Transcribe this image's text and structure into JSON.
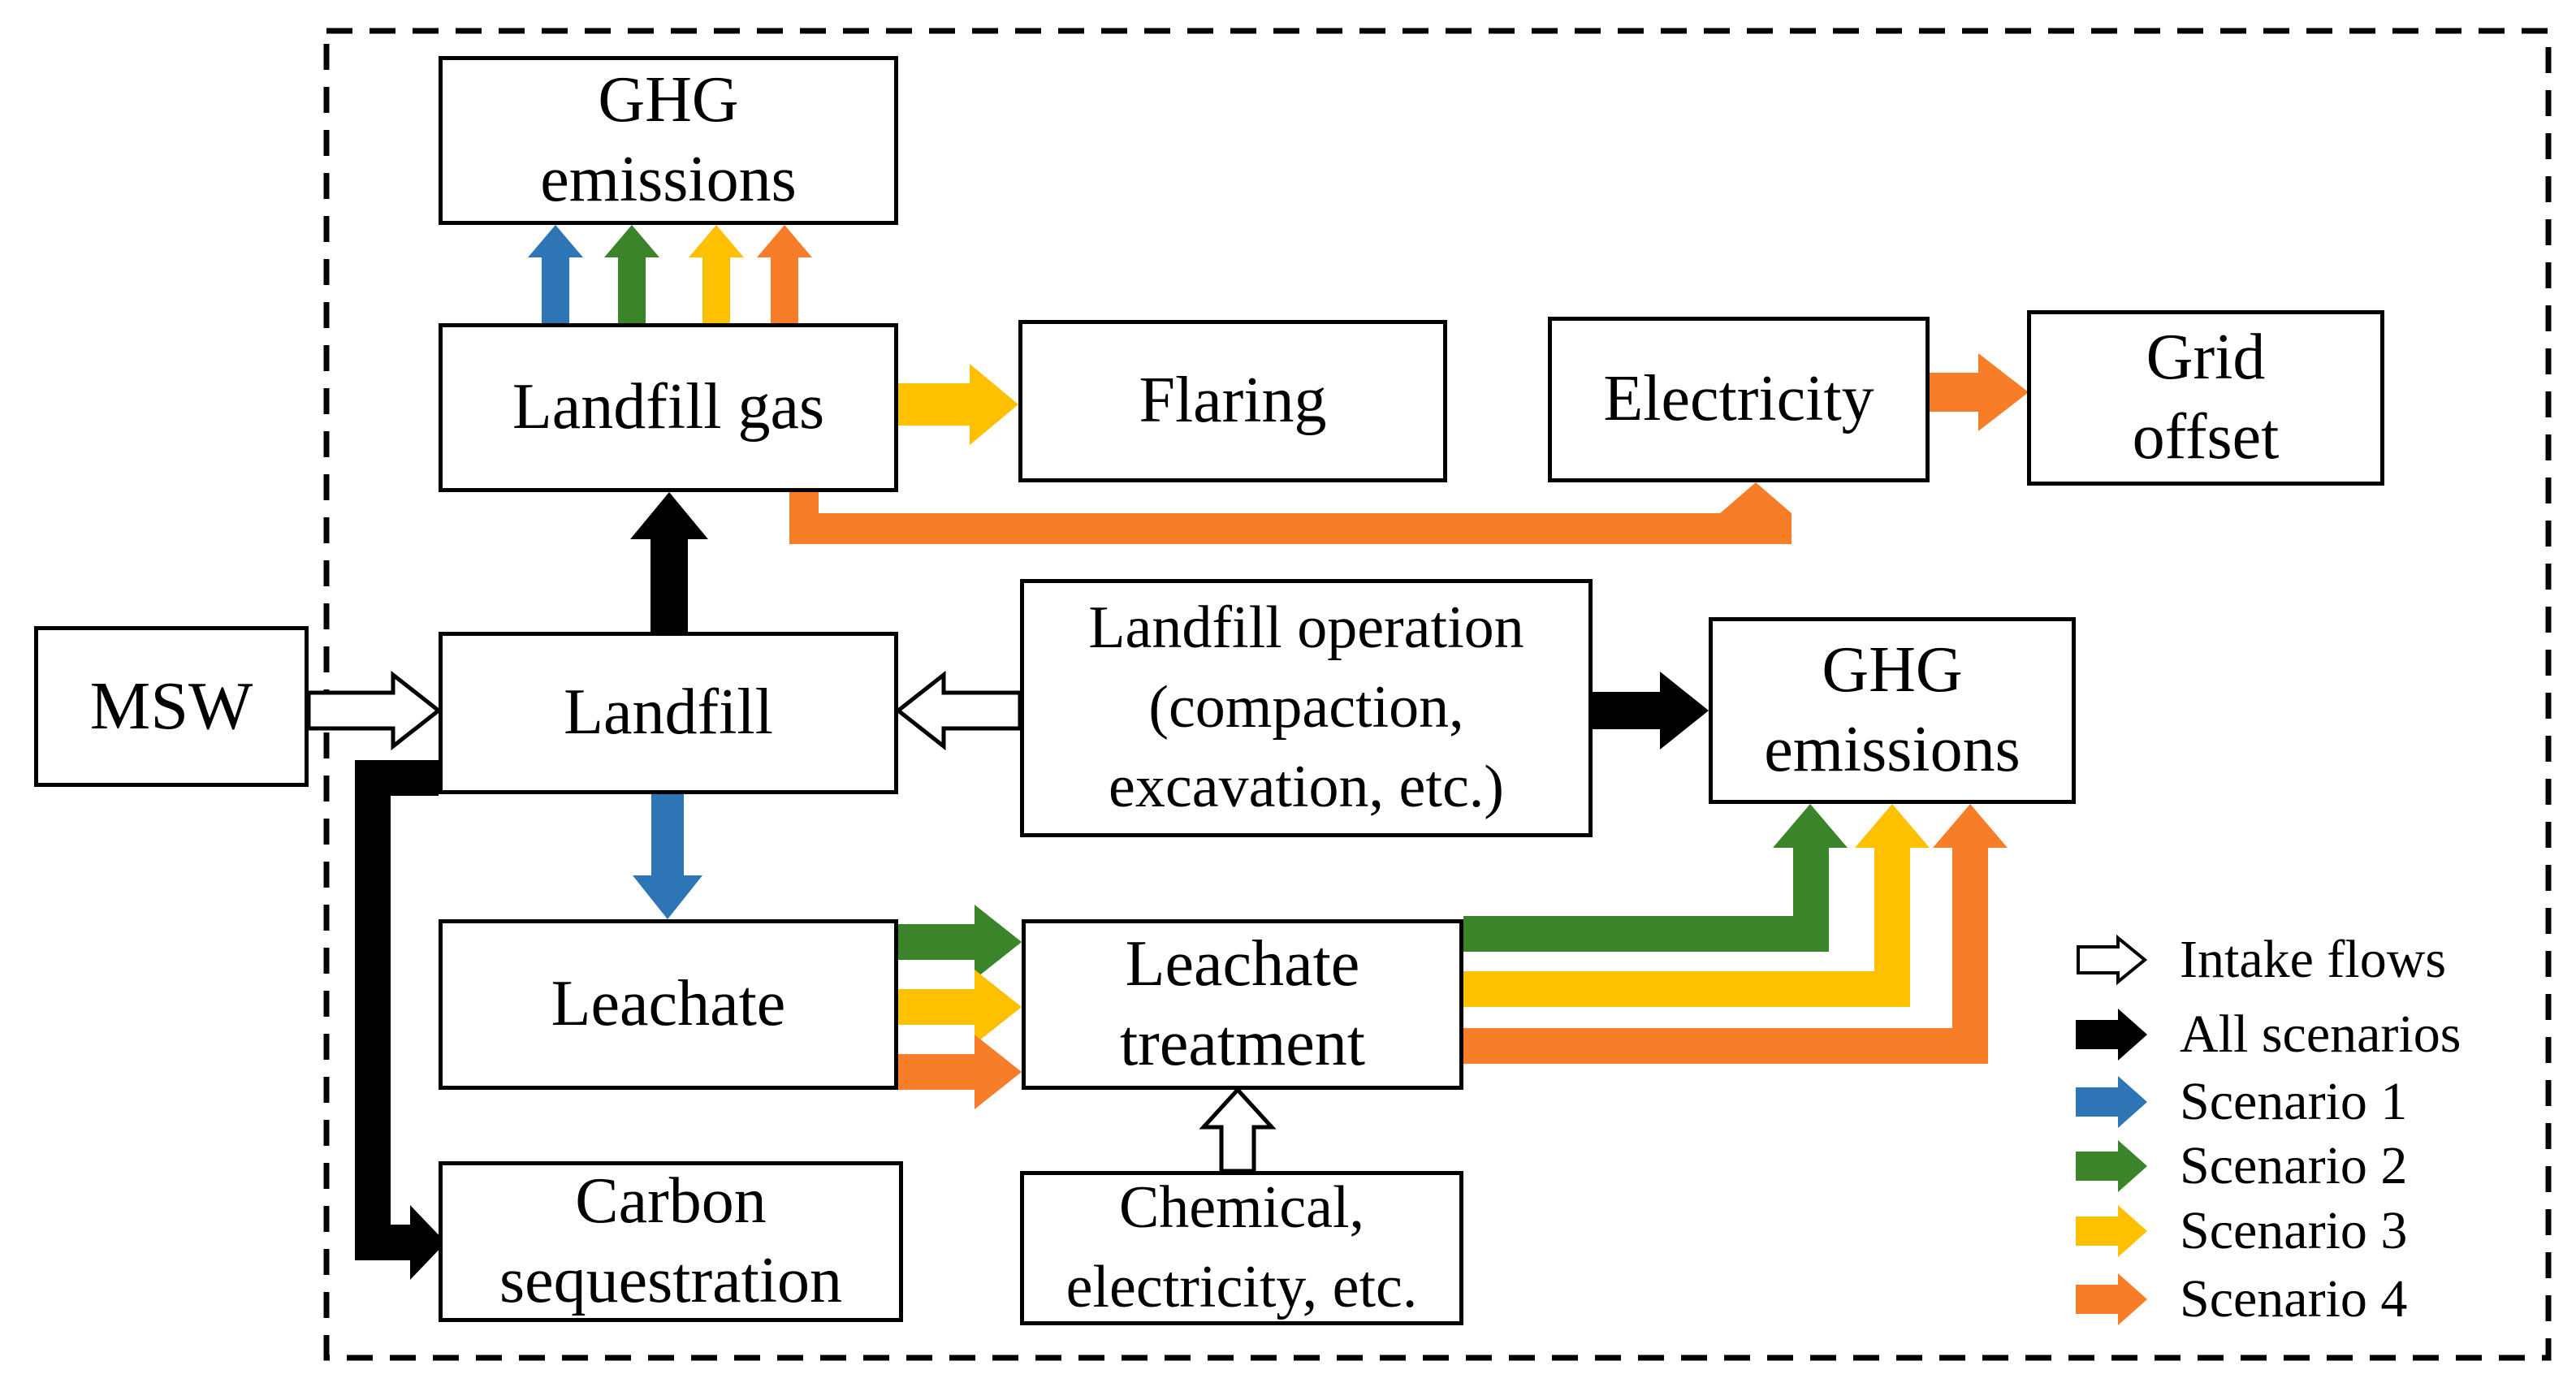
{
  "diagram": {
    "kind": "landfill-scenarios-flow-diagram",
    "boxes": {
      "msw": {
        "label": "MSW"
      },
      "ghg_top": {
        "line1": "GHG",
        "line2": "emissions"
      },
      "landfill_gas": {
        "label": "Landfill gas"
      },
      "flaring": {
        "label": "Flaring"
      },
      "electricity": {
        "label": "Electricity"
      },
      "grid_offset": {
        "line1": "Grid",
        "line2": "offset"
      },
      "landfill": {
        "label": "Landfill"
      },
      "landfill_operation": {
        "line1": "Landfill operation",
        "line2": "(compaction,",
        "line3": "excavation, etc.)"
      },
      "ghg_right": {
        "line1": "GHG",
        "line2": "emissions"
      },
      "leachate": {
        "label": "Leachate"
      },
      "leachate_treatment": {
        "line1": "Leachate",
        "line2": "treatment"
      },
      "carbon_sequestration": {
        "line1": "Carbon",
        "line2": "sequestration"
      },
      "chemical": {
        "line1": "Chemical,",
        "line2": "electricity, etc."
      }
    },
    "flows": [
      {
        "from": "MSW",
        "to": "Landfill",
        "type": "intake"
      },
      {
        "from": "Landfill operation (compaction, excavation, etc.)",
        "to": "Landfill",
        "type": "intake"
      },
      {
        "from": "Chemical, electricity, etc.",
        "to": "Leachate treatment",
        "type": "intake"
      },
      {
        "from": "Landfill",
        "to": "Landfill gas",
        "type": "all-scenarios"
      },
      {
        "from": "Landfill operation (compaction, excavation, etc.)",
        "to": "GHG emissions",
        "type": "all-scenarios"
      },
      {
        "from": "Landfill",
        "to": "Carbon sequestration",
        "type": "all-scenarios"
      },
      {
        "from": "Landfill",
        "to": "Leachate",
        "type": "scenario-1"
      },
      {
        "from": "Landfill gas",
        "to": "GHG emissions",
        "type": "scenario-1"
      },
      {
        "from": "Landfill gas",
        "to": "GHG emissions",
        "type": "scenario-2"
      },
      {
        "from": "Landfill gas",
        "to": "GHG emissions",
        "type": "scenario-3"
      },
      {
        "from": "Landfill gas",
        "to": "GHG emissions",
        "type": "scenario-4"
      },
      {
        "from": "Landfill gas",
        "to": "Flaring",
        "type": "scenario-3"
      },
      {
        "from": "Landfill gas",
        "to": "Electricity",
        "type": "scenario-4"
      },
      {
        "from": "Electricity",
        "to": "Grid offset",
        "type": "scenario-4"
      },
      {
        "from": "Leachate",
        "to": "Leachate treatment",
        "type": "scenario-2"
      },
      {
        "from": "Leachate",
        "to": "Leachate treatment",
        "type": "scenario-3"
      },
      {
        "from": "Leachate",
        "to": "Leachate treatment",
        "type": "scenario-4"
      },
      {
        "from": "Leachate treatment",
        "to": "GHG emissions",
        "type": "scenario-2"
      },
      {
        "from": "Leachate treatment",
        "to": "GHG emissions",
        "type": "scenario-3"
      },
      {
        "from": "Leachate treatment",
        "to": "GHG emissions",
        "type": "scenario-4"
      }
    ]
  },
  "colors": {
    "intake_white": "#FFFFFF",
    "all_scenarios_black": "#000000",
    "scenario1_blue": "#2E75B6",
    "scenario2_green": "#3B8429",
    "scenario3_yellow": "#FFC000",
    "scenario4_orange": "#F87D28",
    "outline_black": "#000000"
  },
  "legend": {
    "items": [
      {
        "label": "Intake flows",
        "color": "#FFFFFF"
      },
      {
        "label": "All scenarios",
        "color": "#000000"
      },
      {
        "label": "Scenario 1",
        "color": "#2E75B6"
      },
      {
        "label": "Scenario 2",
        "color": "#3B8429"
      },
      {
        "label": "Scenario 3",
        "color": "#FFC000"
      },
      {
        "label": "Scenario 4",
        "color": "#F87D28"
      }
    ]
  }
}
